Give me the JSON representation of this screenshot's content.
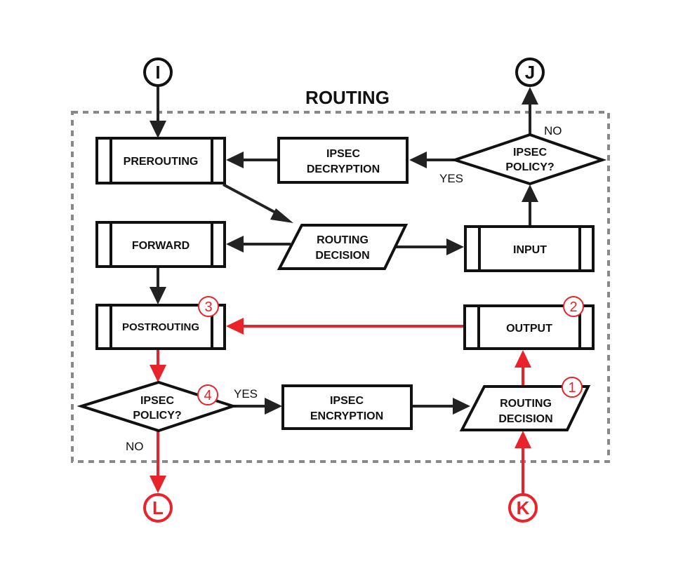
{
  "title": "ROUTING",
  "colors": {
    "black_flow": "#222222",
    "red_flow": "#e8232b",
    "frame": "#888888"
  },
  "connectors": {
    "I": {
      "label": "I",
      "color": "#111111"
    },
    "J": {
      "label": "J",
      "color": "#111111"
    },
    "K": {
      "label": "K",
      "color": "#e8232b"
    },
    "L": {
      "label": "L",
      "color": "#e8232b"
    }
  },
  "nodes": {
    "prerouting": {
      "label": "PREROUTING",
      "shape": "predefined-process"
    },
    "ipsec_decryption": {
      "line1": "IPSEC",
      "line2": "DECRYPTION",
      "shape": "process"
    },
    "ipsec_policy_top": {
      "line1": "IPSEC",
      "line2": "POLICY?",
      "shape": "decision"
    },
    "forward": {
      "label": "FORWARD",
      "shape": "predefined-process"
    },
    "routing_decision_top": {
      "line1": "ROUTING",
      "line2": "DECISION",
      "shape": "data"
    },
    "input": {
      "label": "INPUT",
      "shape": "predefined-process"
    },
    "postrouting": {
      "label": "POSTROUTING",
      "shape": "predefined-process",
      "badge": "3"
    },
    "output": {
      "label": "OUTPUT",
      "shape": "predefined-process",
      "badge": "2"
    },
    "ipsec_policy_bottom": {
      "line1": "IPSEC",
      "line2": "POLICY?",
      "shape": "decision",
      "badge": "4"
    },
    "ipsec_encryption": {
      "line1": "IPSEC",
      "line2": "ENCRYPTION",
      "shape": "process"
    },
    "routing_decision_bottom": {
      "line1": "ROUTING",
      "line2": "DECISION",
      "shape": "data",
      "badge": "1"
    }
  },
  "edge_labels": {
    "top_no": "NO",
    "top_yes": "YES",
    "bottom_yes": "YES",
    "bottom_no": "NO"
  },
  "edges": [
    {
      "from": "I",
      "to": "prerouting",
      "color": "black"
    },
    {
      "from": "prerouting",
      "to": "routing_decision_top",
      "color": "black"
    },
    {
      "from": "routing_decision_top",
      "to": "forward",
      "color": "black"
    },
    {
      "from": "routing_decision_top",
      "to": "input",
      "color": "black"
    },
    {
      "from": "input",
      "to": "ipsec_policy_top",
      "color": "black"
    },
    {
      "from": "ipsec_policy_top",
      "to": "J",
      "label": "NO",
      "color": "black"
    },
    {
      "from": "ipsec_policy_top",
      "to": "ipsec_decryption",
      "label": "YES",
      "color": "black"
    },
    {
      "from": "ipsec_decryption",
      "to": "prerouting",
      "color": "black"
    },
    {
      "from": "forward",
      "to": "postrouting",
      "color": "black"
    },
    {
      "from": "K",
      "to": "routing_decision_bottom",
      "color": "red"
    },
    {
      "from": "routing_decision_bottom",
      "to": "output",
      "color": "red"
    },
    {
      "from": "output",
      "to": "postrouting",
      "color": "red"
    },
    {
      "from": "postrouting",
      "to": "ipsec_policy_bottom",
      "color": "red"
    },
    {
      "from": "ipsec_policy_bottom",
      "to": "ipsec_encryption",
      "label": "YES",
      "color": "black"
    },
    {
      "from": "ipsec_encryption",
      "to": "routing_decision_bottom",
      "color": "black"
    },
    {
      "from": "ipsec_policy_bottom",
      "to": "L",
      "label": "NO",
      "color": "red"
    }
  ]
}
